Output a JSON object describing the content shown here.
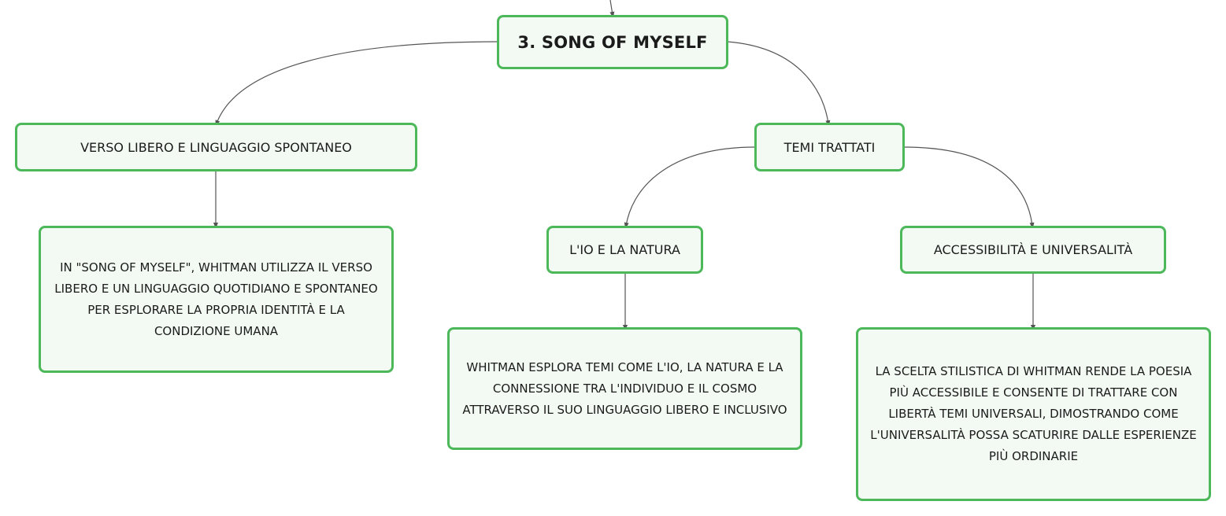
{
  "colors": {
    "node_border": "#4cb85a",
    "node_fill": "#f3faf3",
    "connector": "#555555"
  },
  "nodes": {
    "main": "3. SONG OF MYSELF",
    "verso": "VERSO LIBERO E LINGUAGGIO SPONTANEO",
    "temi": "TEMI TRATTATI",
    "io_natura": "L'IO E LA NATURA",
    "accessibilita": "ACCESSIBILITÀ E UNIVERSALITÀ",
    "verso_detail": "IN \"SONG OF MYSELF\", WHITMAN UTILIZZA IL VERSO LIBERO E UN LINGUAGGIO QUOTIDIANO E SPONTANEO PER ESPLORARE LA PROPRIA IDENTITÀ E LA CONDIZIONE UMANA",
    "io_natura_detail": "WHITMAN ESPLORA TEMI COME L'IO, LA NATURA E LA CONNESSIONE TRA L'INDIVIDUO E IL COSMO ATTRAVERSO IL SUO LINGUAGGIO LIBERO E INCLUSIVO",
    "accessibilita_detail": "LA SCELTA STILISTICA DI WHITMAN RENDE LA POESIA PIÙ ACCESSIBILE E CONSENTE DI TRATTARE CON LIBERTÀ TEMI UNIVERSALI, DIMOSTRANDO COME L'UNIVERSALITÀ POSSA SCATURIRE DALLE ESPERIENZE PIÙ ORDINARIE"
  }
}
